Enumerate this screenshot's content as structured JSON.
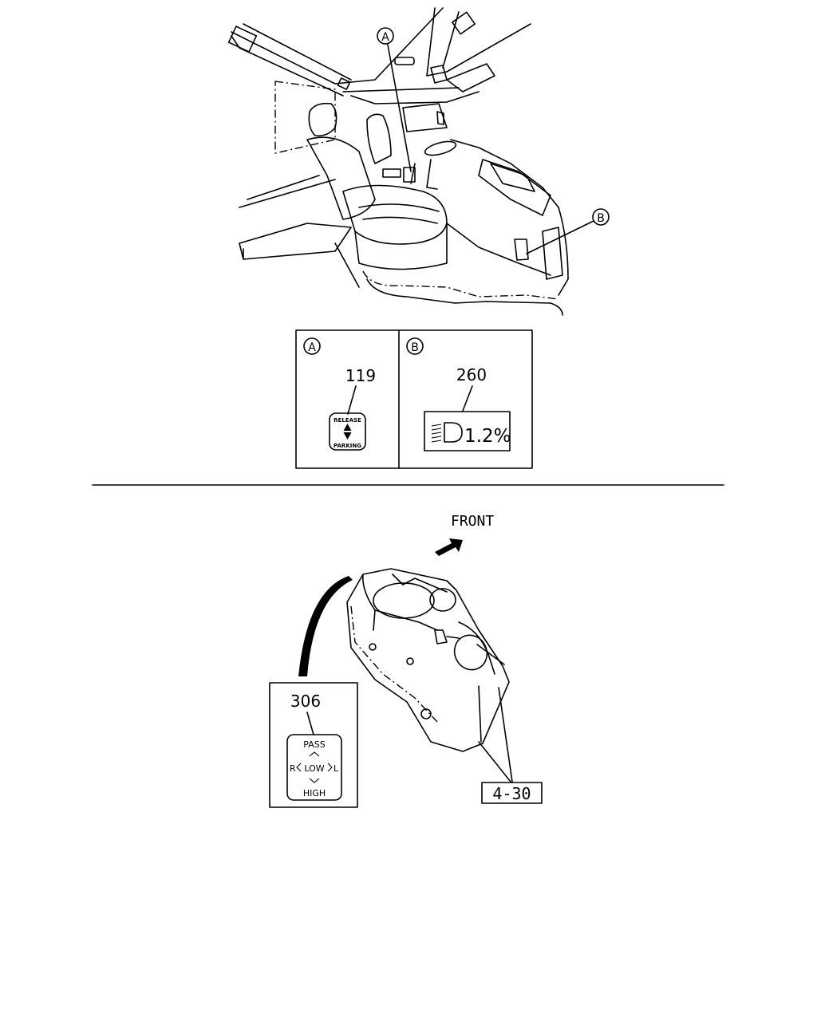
{
  "callouts": {
    "a": "A",
    "b": "B"
  },
  "panel_a": {
    "letter": "A",
    "part_no": "119",
    "label_top": "RELEASE",
    "label_bottom": "PARKING"
  },
  "panel_b": {
    "letter": "B",
    "part_no": "260",
    "display_text": "1.2%"
  },
  "lower": {
    "front_label": "FRONT",
    "part_no_306": "306",
    "switch_pass": "PASS",
    "switch_r": "R",
    "switch_low": "LOW",
    "switch_l": "L",
    "switch_high": "HIGH",
    "ref_label": "4-30"
  }
}
